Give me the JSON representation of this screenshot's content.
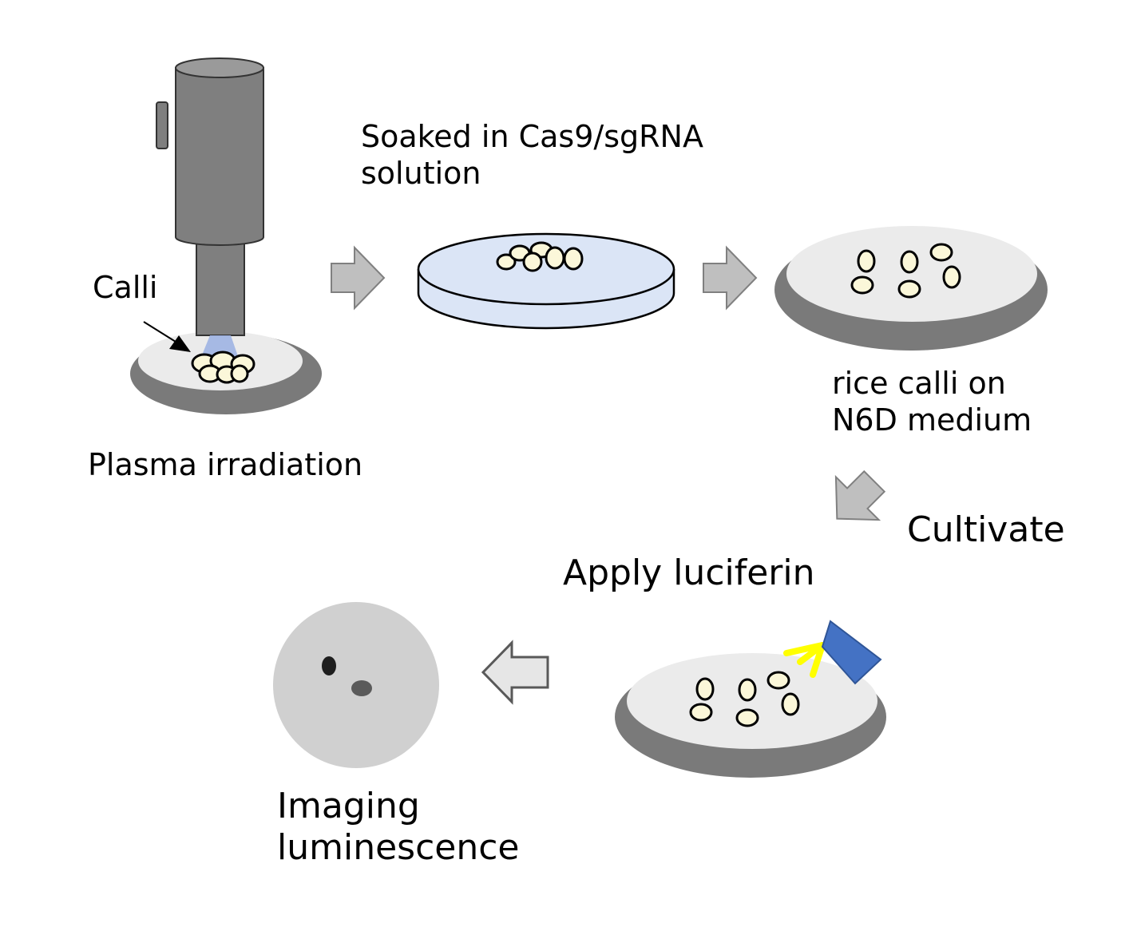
{
  "labels": {
    "calli": "Calli",
    "plasma": "Plasma irradiation",
    "soaked_line1": "Soaked in Cas9/sgRNA",
    "soaked_line2": "solution",
    "rice_line1": "rice calli on",
    "rice_line2": "N6D medium",
    "cultivate": "Cultivate",
    "apply": "Apply luciferin",
    "imaging_line1": "Imaging",
    "imaging_line2": "luminescence"
  },
  "colors": {
    "dish_rim": "#7a7a7a",
    "dish_inner": "#ebebeb",
    "callus_fill": "#fbf7d9",
    "plasma_device": "#7f7f7f",
    "plasma_glow": "#9fb4e3",
    "soak_dish": "#dbe5f6",
    "arrow_fill": "#bfbfbf",
    "sprayer": "#4472c4",
    "spray": "#ffff00",
    "imaging_disc": "#d0d0d0",
    "signal": "#3a3a3a"
  }
}
